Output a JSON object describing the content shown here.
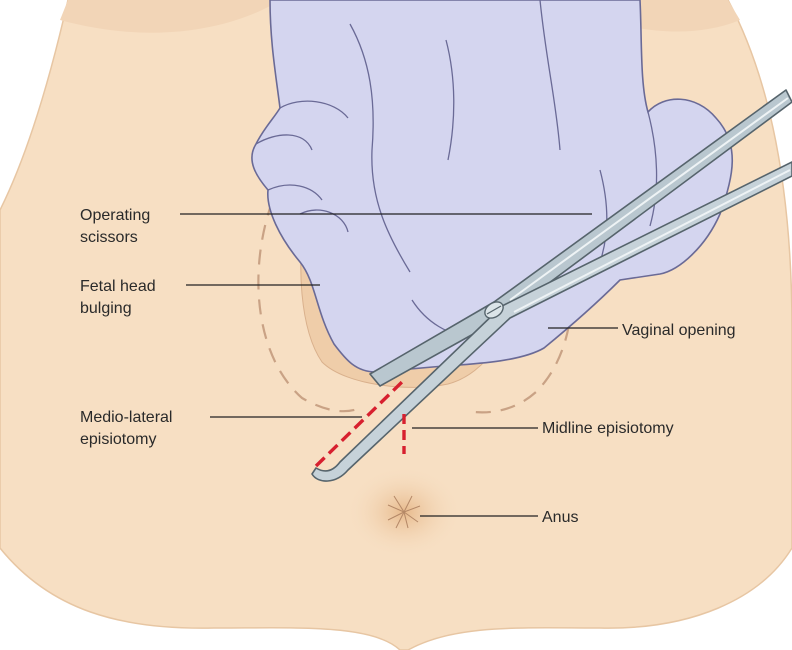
{
  "labels": {
    "operating_scissors": "Operating\nscissors",
    "fetal_head": "Fetal head\nbulging",
    "vaginal_opening": "Vaginal opening",
    "medio_lateral": "Medio-lateral\nepisiotomy",
    "midline": "Midline episiotomy",
    "anus": "Anus"
  },
  "colors": {
    "skin": "#f7dfc3",
    "skin_shadow": "#efcfae",
    "glove": "#d4d5ef",
    "glove_outline": "#6a6a96",
    "scissors": "#b9c7cf",
    "scissors_outline": "#56646c",
    "incision": "#d7202f",
    "leader_line": "#222222",
    "text": "#2a2a2a"
  }
}
